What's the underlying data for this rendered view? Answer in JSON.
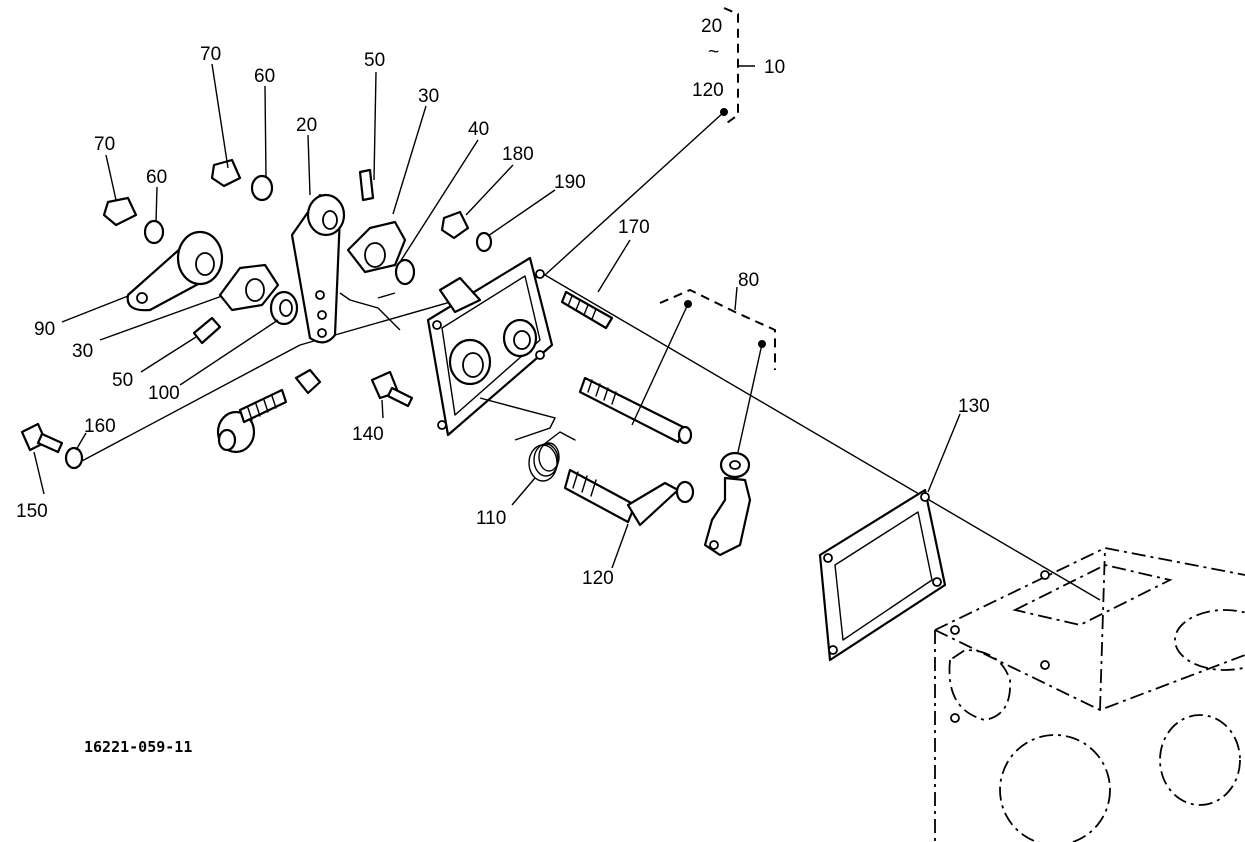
{
  "figure_code": "16221-059-11",
  "callouts": {
    "c10": "10",
    "c10_from": "20",
    "c10_to": "120",
    "c10_range": "~",
    "c20": "20",
    "c30a": "30",
    "c30b": "30",
    "c40": "40",
    "c50a": "50",
    "c50b": "50",
    "c60a": "60",
    "c60b": "60",
    "c70a": "70",
    "c70b": "70",
    "c80": "80",
    "c90": "90",
    "c100": "100",
    "c110": "110",
    "c120": "120",
    "c130": "130",
    "c140": "140",
    "c150": "150",
    "c160": "160",
    "c170": "170",
    "c180": "180",
    "c190": "190"
  }
}
